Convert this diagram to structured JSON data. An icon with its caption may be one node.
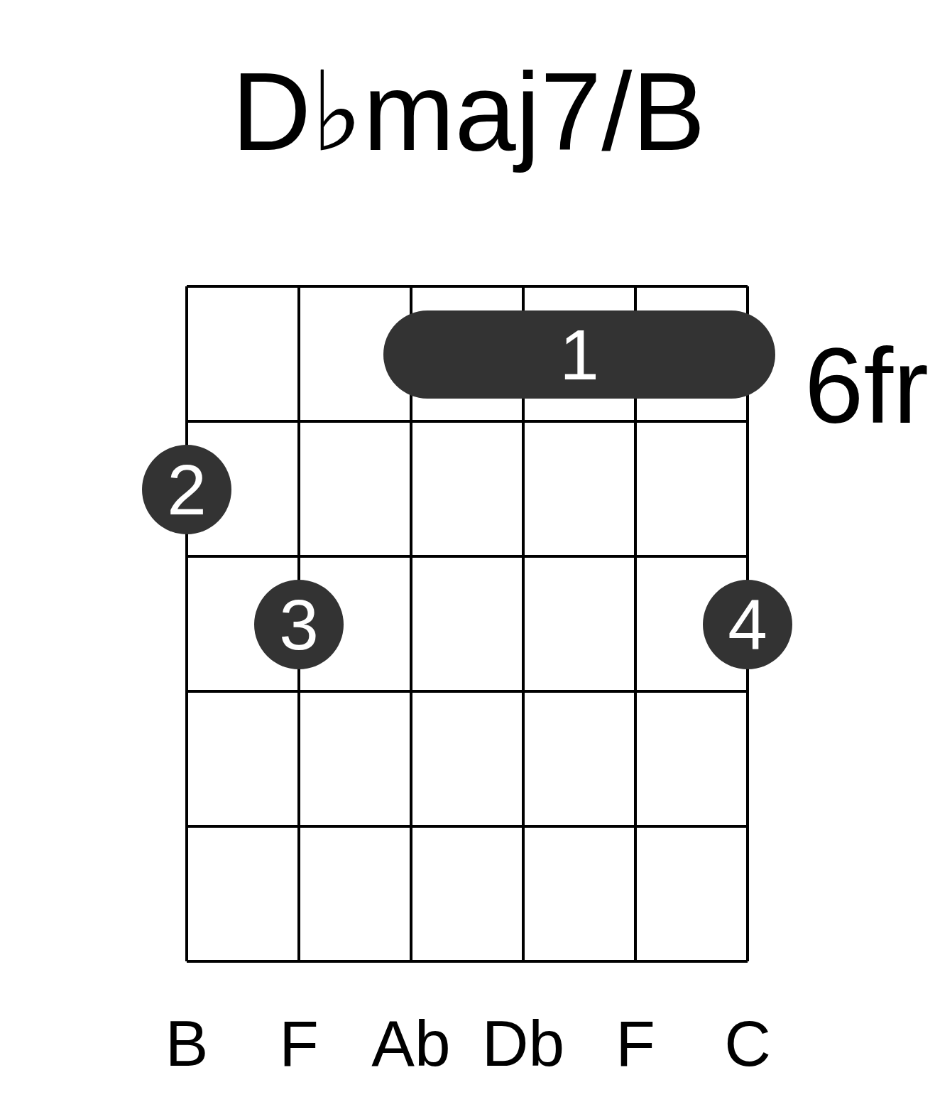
{
  "diagram": {
    "title": "D♭maj7/B",
    "nodes": [
      {
        "text": [
          "1"
        ]
      },
      {
        "text": [
          "2"
        ]
      },
      {
        "text": [
          "3"
        ]
      },
      {
        "text": [
          "4"
        ]
      }
    ],
    "labels": [
      "6fr",
      "B",
      "F",
      "Ab",
      "Db",
      "F",
      "C"
    ]
  }
}
